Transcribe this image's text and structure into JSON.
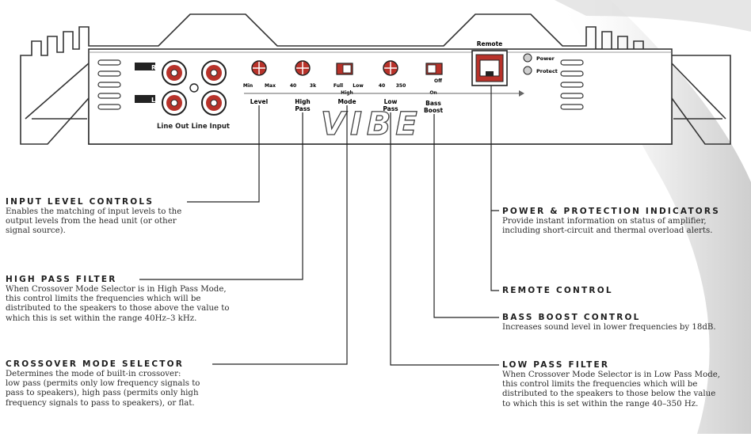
{
  "panel": {
    "brand_logo": "VIBE",
    "remote_label": "Remote",
    "power_label": "Power",
    "protect_label": "Protect",
    "line_out_label": "Line Out",
    "line_input_label": "Line Input",
    "level": {
      "min_label": "Min",
      "max_label": "Max",
      "label": "Level"
    },
    "high_pass": {
      "min_label": "40",
      "max_label": "3k",
      "label_line1": "High",
      "label_line2": "Pass"
    },
    "mode": {
      "left_label": "Full",
      "right_label": "Low",
      "sub_label": "High",
      "label": "Mode"
    },
    "low_pass": {
      "min_label": "40",
      "max_label": "350",
      "label_line1": "Low",
      "label_line2": "Pass"
    },
    "bass_boost": {
      "on_label": "On",
      "off_label": "Off",
      "label_line1": "Bass",
      "label_line2": "Boost"
    }
  },
  "callouts": {
    "input_level": {
      "title": "Input Level Controls",
      "lines": [
        "Enables the matching of input levels to the",
        "output levels from the head unit (or other",
        "signal source)."
      ]
    },
    "high_pass": {
      "title": "High Pass Filter",
      "lines": [
        "When Crossover Mode Selector is in High Pass Mode,",
        "this control limits the frequencies which will be",
        "distributed to the speakers to those above the value to",
        "which this is set within the range 40Hz–3 kHz."
      ]
    },
    "crossover": {
      "title": "Crossover Mode Selector",
      "lines": [
        "Determines the mode of built-in crossover:",
        "low pass (permits only low frequency signals to",
        "pass to speakers), high pass (permits only high",
        "frequency signals to pass to speakers), or flat."
      ]
    },
    "power_protection": {
      "title": "Power & Protection Indicators",
      "lines": [
        "Provide instant information on status of amplifier,",
        "including short-circuit and thermal overload alerts."
      ]
    },
    "remote": {
      "title": "Remote Control",
      "lines": []
    },
    "bass_boost": {
      "title": "Bass Boost Control",
      "lines": [
        "Increases sound level in lower frequencies by 18dB."
      ]
    },
    "low_pass": {
      "title": "Low Pass Filter",
      "lines": [
        "When Crossover Mode Selector is in Low Pass Mode,",
        "this control limits the frequencies which will be",
        "distributed to the speakers to those below the value",
        "to which this is set within the range 40–350 Hz."
      ]
    }
  }
}
